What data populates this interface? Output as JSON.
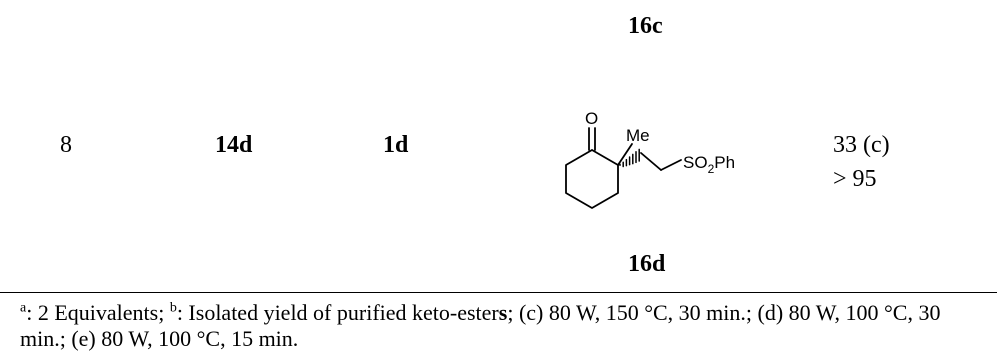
{
  "prev_row": {
    "product_label": "16c"
  },
  "row": {
    "entry": "8",
    "substrate": "14d",
    "reagent": "1d",
    "product_label": "16d",
    "yield_lines": [
      "33 (c)",
      "> 95"
    ],
    "structure": {
      "atom_o": "O",
      "atom_me": "Me",
      "group_sulfonyl": "SO",
      "group_sulfonyl_sub": "2",
      "group_sulfonyl_tail": "Ph"
    }
  },
  "footnotes": {
    "a_mark": "a",
    "a_text": ": 2 Equivalents; ",
    "b_mark": "b",
    "b_text_pre": ": Isolated yield of purified keto-ester",
    "b_text_bold_s": "s",
    "rest": "; (c) 80 W, 150 °C, 30 min.; (d) 80 W, 100 °C, 30 min.; (e) 80 W, 100 °C, 15 min."
  }
}
